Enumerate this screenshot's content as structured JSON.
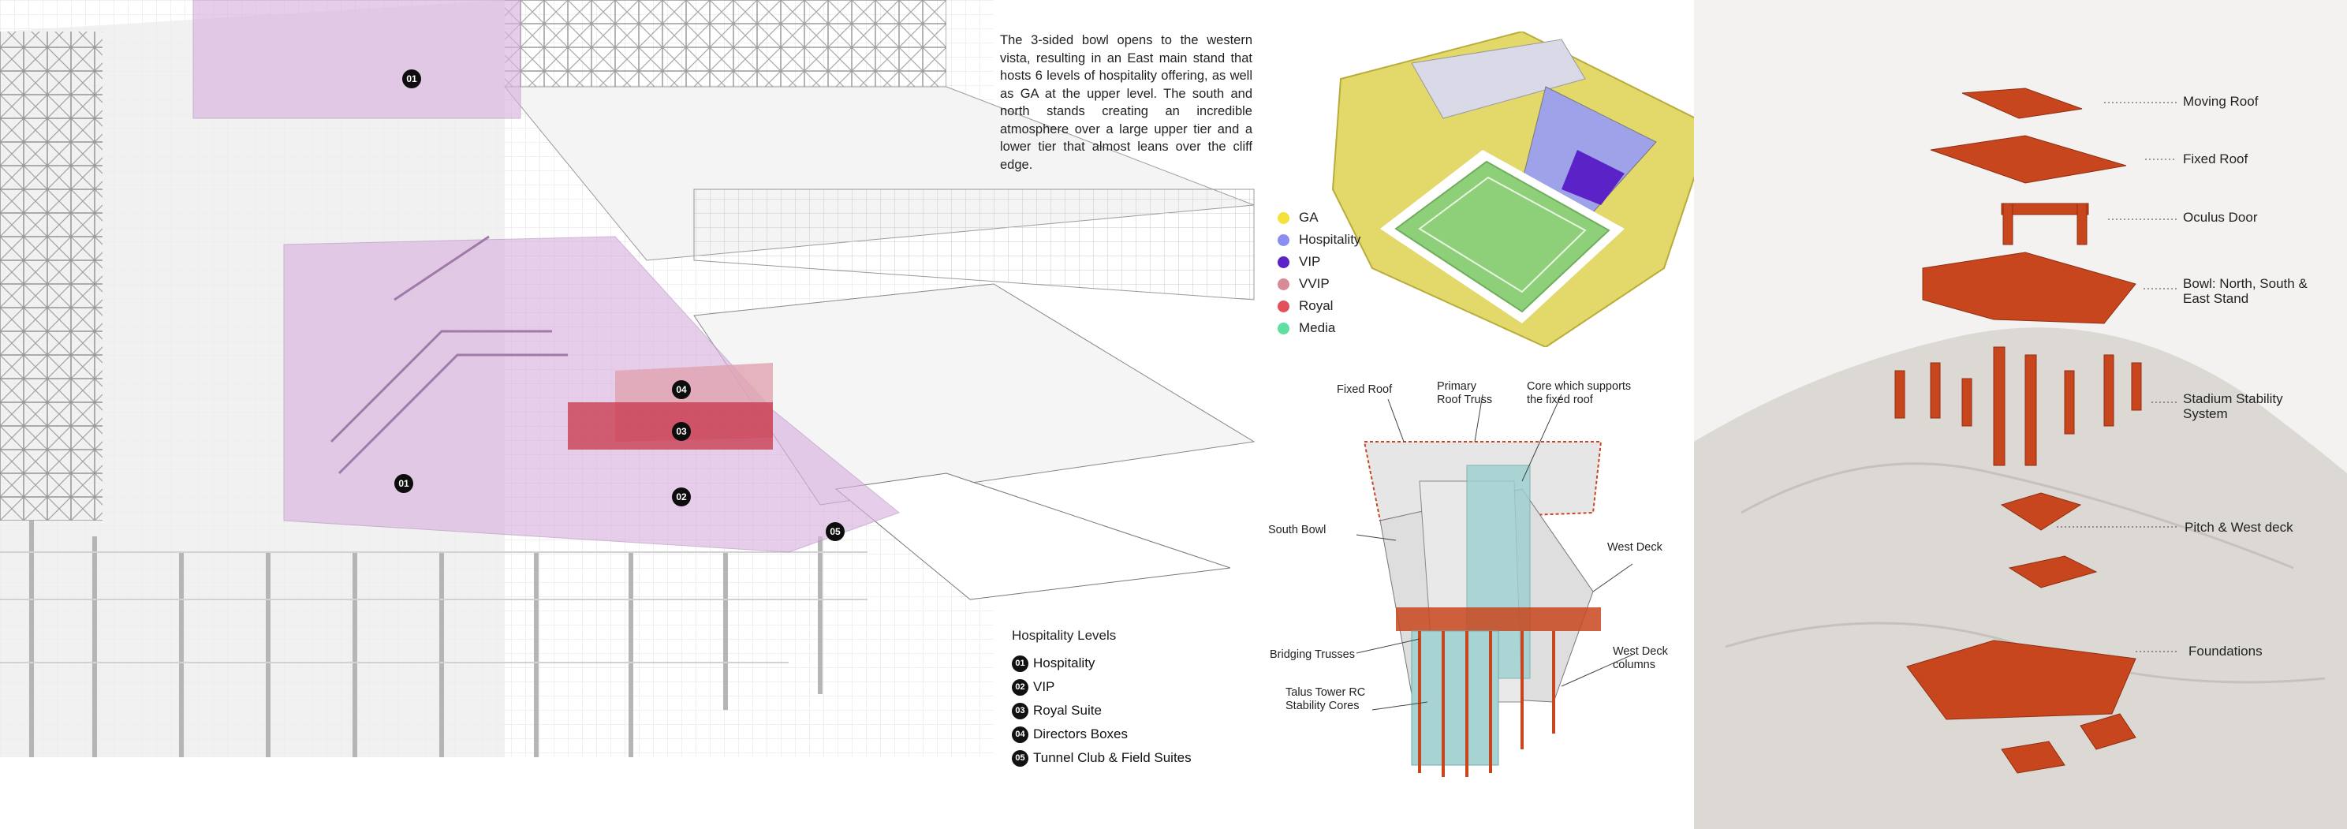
{
  "intro_text": "The 3-sided bowl opens to the western vista, resulting in an East main stand that hosts 6 levels of hospitality offering, as well as GA at the upper level. The south and north stands creating an incredible atmosphere over a large upper tier and a lower tier that almost leans over the cliff edge.",
  "seating_legend": [
    {
      "label": "GA",
      "color": "#f2e23a"
    },
    {
      "label": "Hospitality",
      "color": "#8a8ef0"
    },
    {
      "label": "VIP",
      "color": "#5b22c8"
    },
    {
      "label": "VVIP",
      "color": "#d98a97"
    },
    {
      "label": "Royal",
      "color": "#e2505c"
    },
    {
      "label": "Media",
      "color": "#5fe0a0"
    }
  ],
  "hospitality_legend": {
    "title": "Hospitality Levels",
    "items": [
      {
        "num": "01",
        "label": "Hospitality"
      },
      {
        "num": "02",
        "label": "VIP"
      },
      {
        "num": "03",
        "label": "Royal Suite"
      },
      {
        "num": "04",
        "label": "Directors Boxes"
      },
      {
        "num": "05",
        "label": "Tunnel Club & Field Suites"
      }
    ]
  },
  "section_markers": [
    "01",
    "01",
    "04",
    "03",
    "02",
    "05"
  ],
  "structure_callouts": {
    "fixed_roof": "Fixed Roof",
    "primary_roof_truss": "Primary Roof Truss",
    "core": "Core which supports the fixed roof",
    "south_bowl": "South Bowl",
    "west_deck": "West Deck",
    "bridging_trusses": "Bridging Trusses",
    "west_deck_columns": "West Deck columns",
    "talus_tower": "Talus Tower RC Stability Cores"
  },
  "exploded_labels": [
    "Moving Roof",
    "Fixed Roof",
    "Oculus Door",
    "Bowl: North, South & East Stand",
    "Stadium Stability System",
    "Pitch & West deck",
    "Foundations"
  ],
  "colors": {
    "hospitality_pink": "#d9b3e0",
    "royal_red": "#c8364a",
    "structure_orange": "#c8461e",
    "terrain": "#dcd8d4",
    "pitch_green": "#8ed07a"
  }
}
